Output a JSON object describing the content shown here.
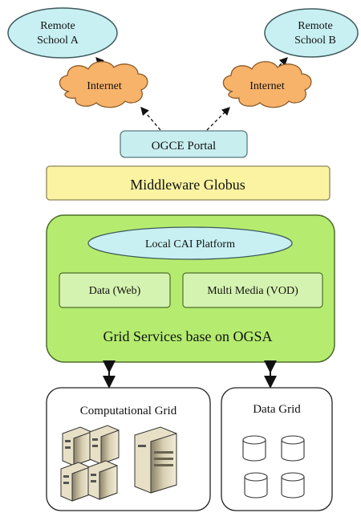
{
  "remote_a": {
    "line1": "Remote",
    "line2": "School A"
  },
  "remote_b": {
    "line1": "Remote",
    "line2": "School B"
  },
  "internet_left": "Internet",
  "internet_right": "Internet",
  "portal": "OGCE Portal",
  "middleware": "Middleware Globus",
  "grid_services": {
    "caption": "Grid Services base on OGSA",
    "platform": "Local CAI Platform",
    "data_web": "Data (Web)",
    "multimedia": "Multi Media (VOD)"
  },
  "computational_grid": "Computational Grid",
  "data_grid": "Data Grid",
  "colors": {
    "ellipse_fill": "#c8f0f3",
    "cloud_fill": "#f8b36a",
    "portal_fill": "#c9eef0",
    "middleware_fill": "#fbf3a1",
    "grid_services_fill": "#b5ec6f",
    "inner_box_fill": "#d5f3b0"
  },
  "icons": [
    "server-icon",
    "database-icon",
    "double-arrow-icon",
    "cloud-icon"
  ]
}
